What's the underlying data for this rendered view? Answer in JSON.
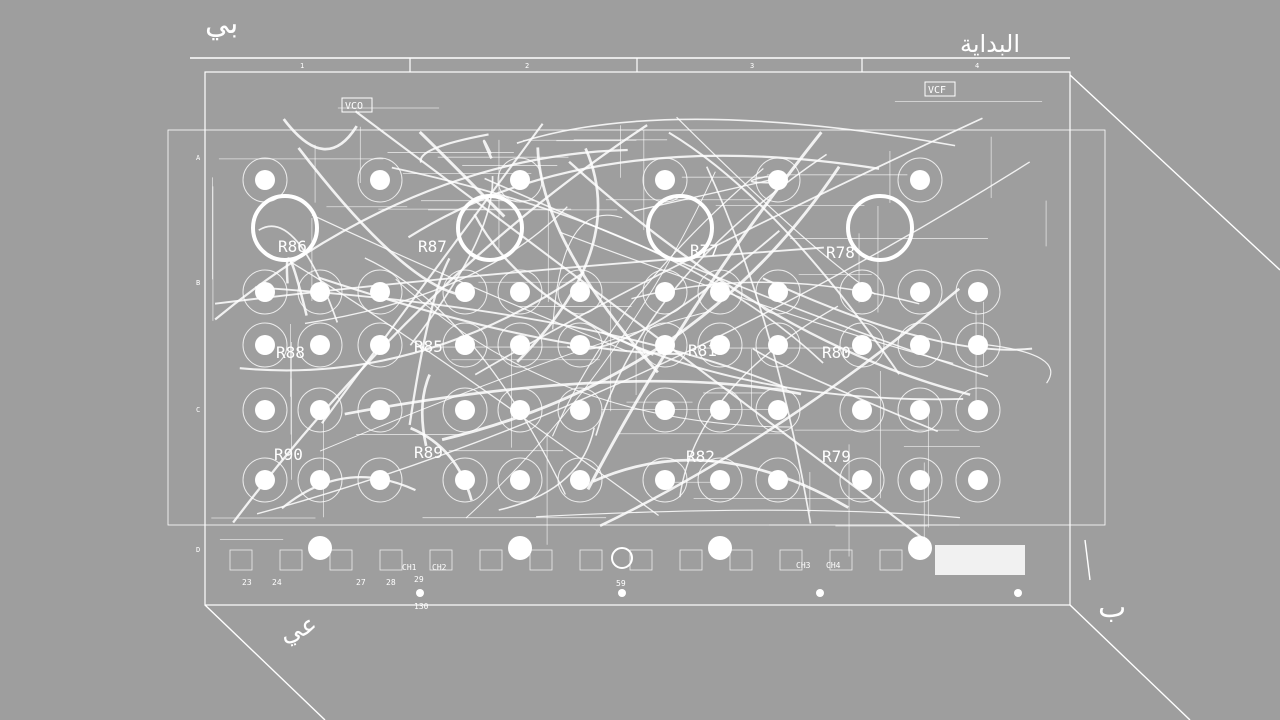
{
  "texts": {
    "top_right": "البداية",
    "top_left": "بي",
    "bottom_left": "عي",
    "bottom_right": "ب"
  },
  "schematic": {
    "block_labels": [
      "VCO",
      "VCF"
    ],
    "resistor_labels": [
      "R86",
      "R87",
      "R77",
      "R78",
      "R88",
      "R85",
      "R81",
      "R80",
      "R90",
      "R89",
      "R82",
      "R79"
    ],
    "column_numbers": [
      "1",
      "2",
      "3",
      "4"
    ],
    "row_letters": [
      "A",
      "B",
      "C",
      "D"
    ],
    "jack_numbers": [
      "23",
      "24",
      "27",
      "28",
      "CH1",
      "CH2",
      "29",
      "59",
      "CH3",
      "CH4",
      "130"
    ]
  },
  "colors": {
    "background": "#9e9e9e",
    "lines": "#ffffff"
  }
}
